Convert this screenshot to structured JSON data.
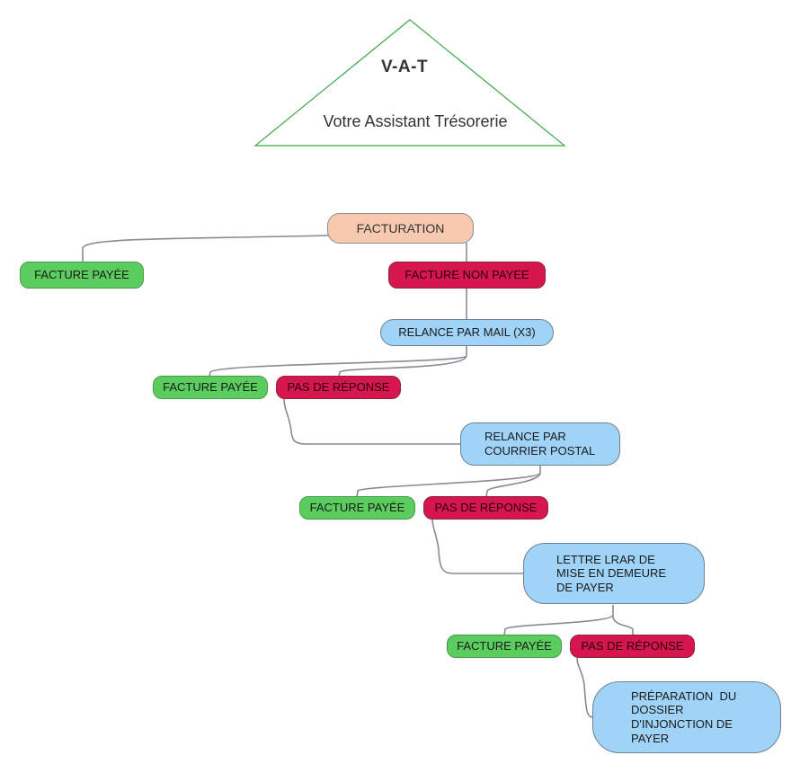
{
  "header": {
    "title": "V-A-T",
    "subtitle": "Votre Assistant Trésorerie"
  },
  "nodes": {
    "facturation": "FACTURATION",
    "facture_payee_1": "FACTURE PAYÉE",
    "facture_non_payee": "FACTURE NON PAYEE",
    "relance_mail": "RELANCE PAR MAIL (X3)",
    "facture_payee_2": "FACTURE PAYÉE",
    "pas_de_reponse_1": "PAS DE RÉPONSE",
    "relance_courrier": [
      "RELANCE PAR",
      "COURRIER POSTAL"
    ],
    "facture_payee_3": "FACTURE PAYÉE",
    "pas_de_reponse_2": "PAS DE RÉPONSE",
    "lettre_lrar": [
      "LETTRE LRAR DE",
      "MISE EN DEMEURE",
      "DE PAYER"
    ],
    "facture_payee_4": "FACTURE PAYÉE",
    "pas_de_reponse_3": "PAS DE RÉPONSE",
    "preparation": [
      "PRÉPARATION  DU",
      "DOSSIER",
      "D'INJONCTION DE",
      "PAYER"
    ]
  },
  "colors": {
    "paid": "#5bcc5e",
    "unpaid": "#d6174e",
    "action": "#9fd3f8",
    "root": "#f7cab0",
    "triangle_stroke": "#3aa84a",
    "connector": "#8a8a94"
  }
}
